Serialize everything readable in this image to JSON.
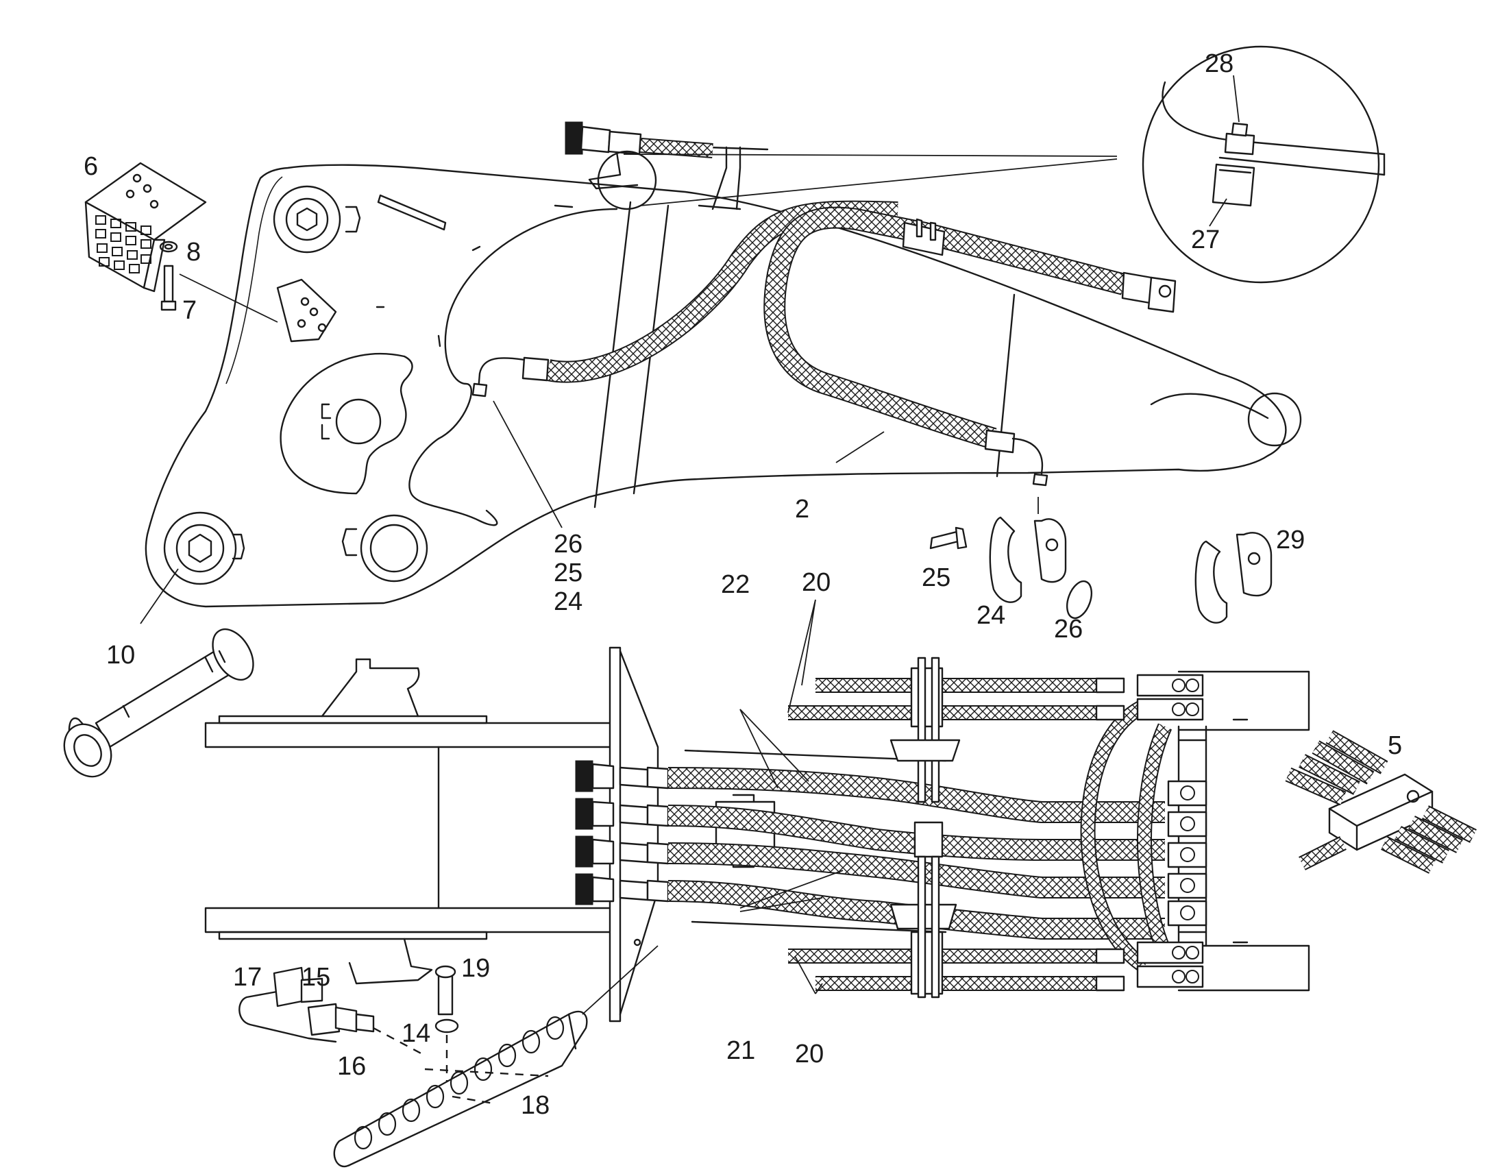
{
  "callouts": {
    "c2": "2",
    "c5": "5",
    "c6": "6",
    "c7": "7",
    "c8": "8",
    "c10": "10",
    "c14": "14",
    "c15": "15",
    "c16": "16",
    "c17": "17",
    "c18": "18",
    "c19": "19",
    "c20a": "20",
    "c20b": "20",
    "c21": "21",
    "c22": "22",
    "c24a": "24",
    "c24b": "24",
    "c25a": "25",
    "c25b": "25",
    "c26a": "26",
    "c26b": "26",
    "c27": "27",
    "c28": "28",
    "c29": "29"
  },
  "colors": {
    "line": "#1a1a1a",
    "background": "#ffffff"
  }
}
